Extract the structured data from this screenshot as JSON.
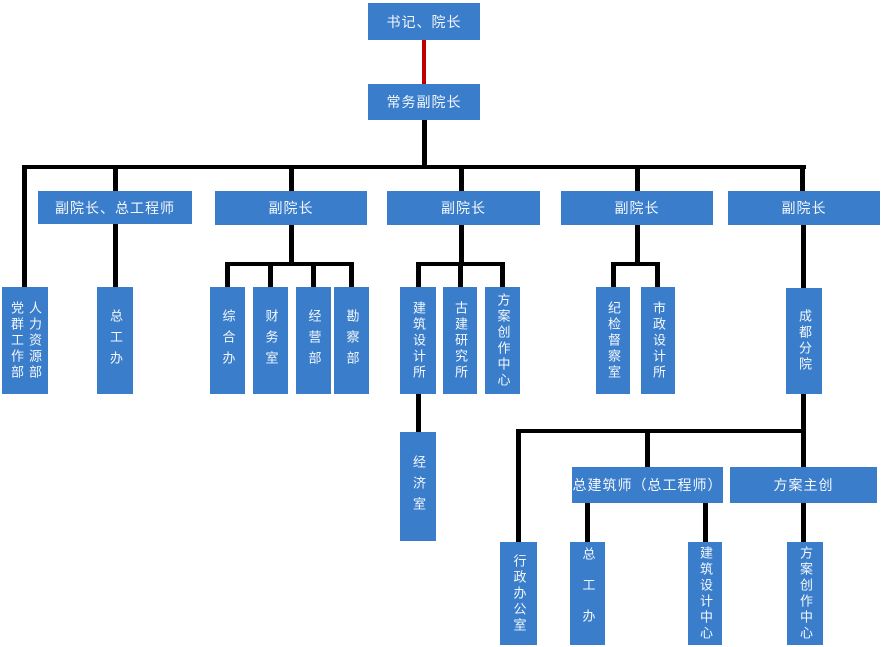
{
  "colors": {
    "box_fill": "#3a7dcb",
    "box_text": "#ffffff",
    "connector": "#000000",
    "top_connector_red": "#c00000",
    "background": "#ffffff"
  },
  "nodes": {
    "secretary_dean": "书记、院长",
    "exec_vice_dean": "常务副院长",
    "vp_chief_engineer": "副院长、总工程师",
    "vp1": "副院长",
    "vp2": "副院长",
    "vp3": "副院长",
    "vp4": "副院长",
    "party_mass_dept": "党群工作部",
    "hr_dept": "人力资源部",
    "chief_eng_office": "总工办",
    "general_office": "综合办",
    "finance_office": "财务室",
    "business_dept": "经营部",
    "survey_dept": "勘察部",
    "arch_design_institute": "建筑设计所",
    "ancient_arch_institute": "古建研究所",
    "scheme_creation_center": "方案创作中心",
    "economy_office": "经济室",
    "discipline_inspection_office": "纪检督察室",
    "municipal_design_institute": "市政设计所",
    "chengdu_branch": "成都分院",
    "chief_architect": "总建筑师（总工程师）",
    "scheme_lead": "方案主创",
    "admin_office": "行政办公室",
    "branch_chief_eng_office": "总工办",
    "arch_design_center": "建筑设计中心",
    "branch_scheme_creation_center": "方案创作中心"
  },
  "edges": [
    {
      "from": "secretary_dean",
      "to": "exec_vice_dean",
      "style": "red"
    },
    {
      "from": "exec_vice_dean",
      "to": "party_mass_dept_hr_dept"
    },
    {
      "from": "exec_vice_dean",
      "to": "vp_chief_engineer"
    },
    {
      "from": "exec_vice_dean",
      "to": "vp1"
    },
    {
      "from": "exec_vice_dean",
      "to": "vp2"
    },
    {
      "from": "exec_vice_dean",
      "to": "vp3"
    },
    {
      "from": "exec_vice_dean",
      "to": "vp4"
    },
    {
      "from": "vp_chief_engineer",
      "to": "chief_eng_office"
    },
    {
      "from": "vp1",
      "to": "general_office"
    },
    {
      "from": "vp1",
      "to": "finance_office"
    },
    {
      "from": "vp1",
      "to": "business_dept"
    },
    {
      "from": "vp1",
      "to": "survey_dept"
    },
    {
      "from": "vp2",
      "to": "arch_design_institute"
    },
    {
      "from": "vp2",
      "to": "ancient_arch_institute"
    },
    {
      "from": "vp2",
      "to": "scheme_creation_center"
    },
    {
      "from": "arch_design_institute",
      "to": "economy_office"
    },
    {
      "from": "vp3",
      "to": "discipline_inspection_office"
    },
    {
      "from": "vp3",
      "to": "municipal_design_institute"
    },
    {
      "from": "vp4",
      "to": "chengdu_branch"
    },
    {
      "from": "chengdu_branch",
      "to": "admin_office"
    },
    {
      "from": "chengdu_branch",
      "to": "chief_architect"
    },
    {
      "from": "chengdu_branch",
      "to": "scheme_lead"
    },
    {
      "from": "chief_architect",
      "to": "branch_chief_eng_office"
    },
    {
      "from": "chief_architect",
      "to": "arch_design_center"
    },
    {
      "from": "scheme_lead",
      "to": "branch_scheme_creation_center"
    }
  ]
}
